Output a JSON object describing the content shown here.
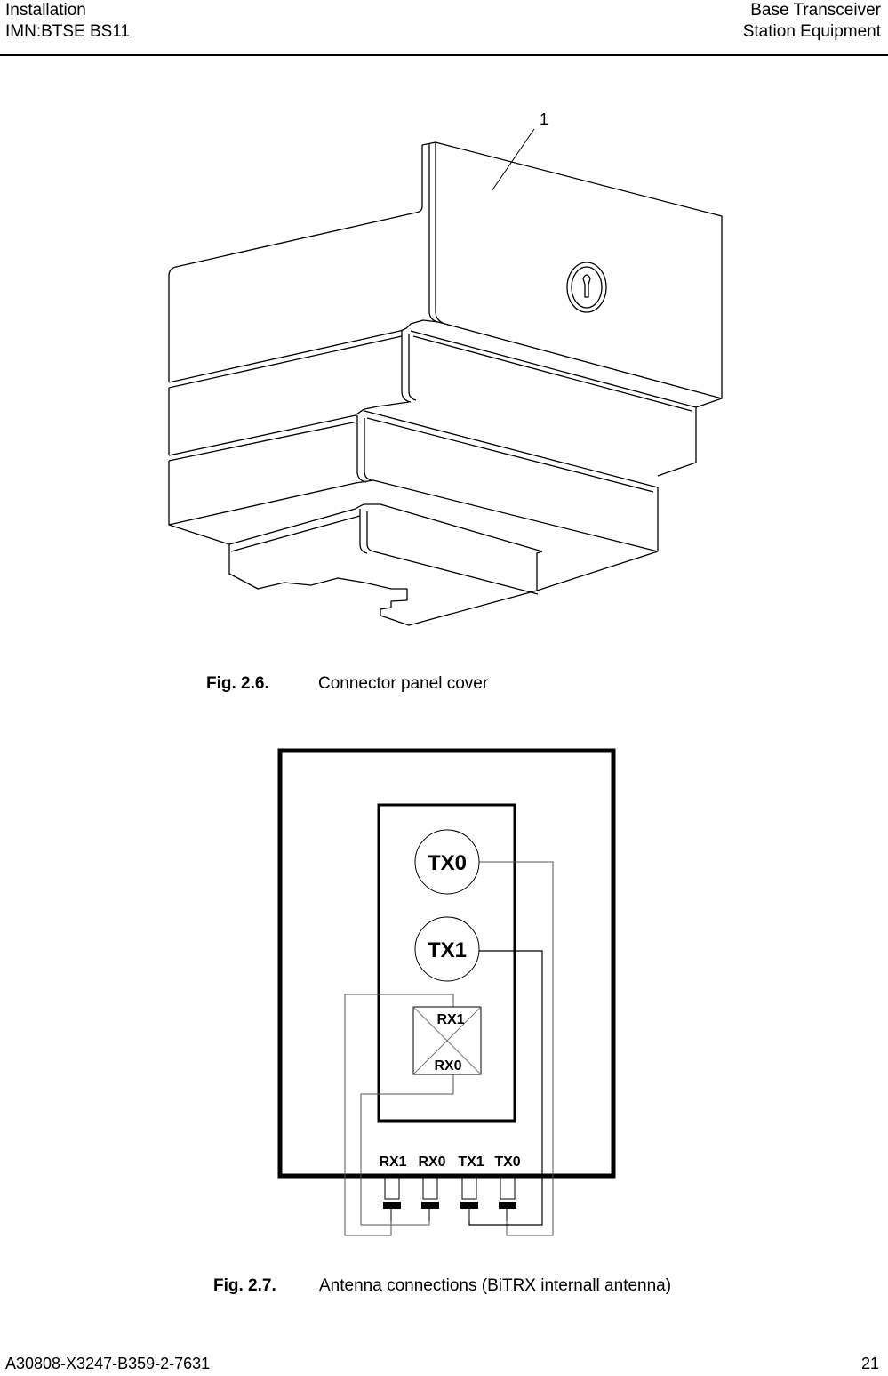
{
  "header": {
    "left_line1": "Installation",
    "left_line2": "IMN:BTSE  BS11",
    "right_line1": "Base Transceiver",
    "right_line2": "Station Equipment"
  },
  "figure1": {
    "callout": "1",
    "caption_number": "Fig. 2.6.",
    "caption_text": "Connector panel cover"
  },
  "figure2": {
    "ports": {
      "tx0": "TX0",
      "tx1": "TX1",
      "rx1": "RX1",
      "rx0": "RX0"
    },
    "connector_labels": {
      "rx1": "RX1",
      "rx0": "RX0",
      "tx1": "TX1",
      "tx0": "TX0"
    },
    "caption_number": "Fig. 2.7.",
    "caption_text": "Antenna connections (BiTRX internall antenna)"
  },
  "footer": {
    "doc_number": "A30808-X3247-B359-2-7631",
    "page_number": "21"
  }
}
